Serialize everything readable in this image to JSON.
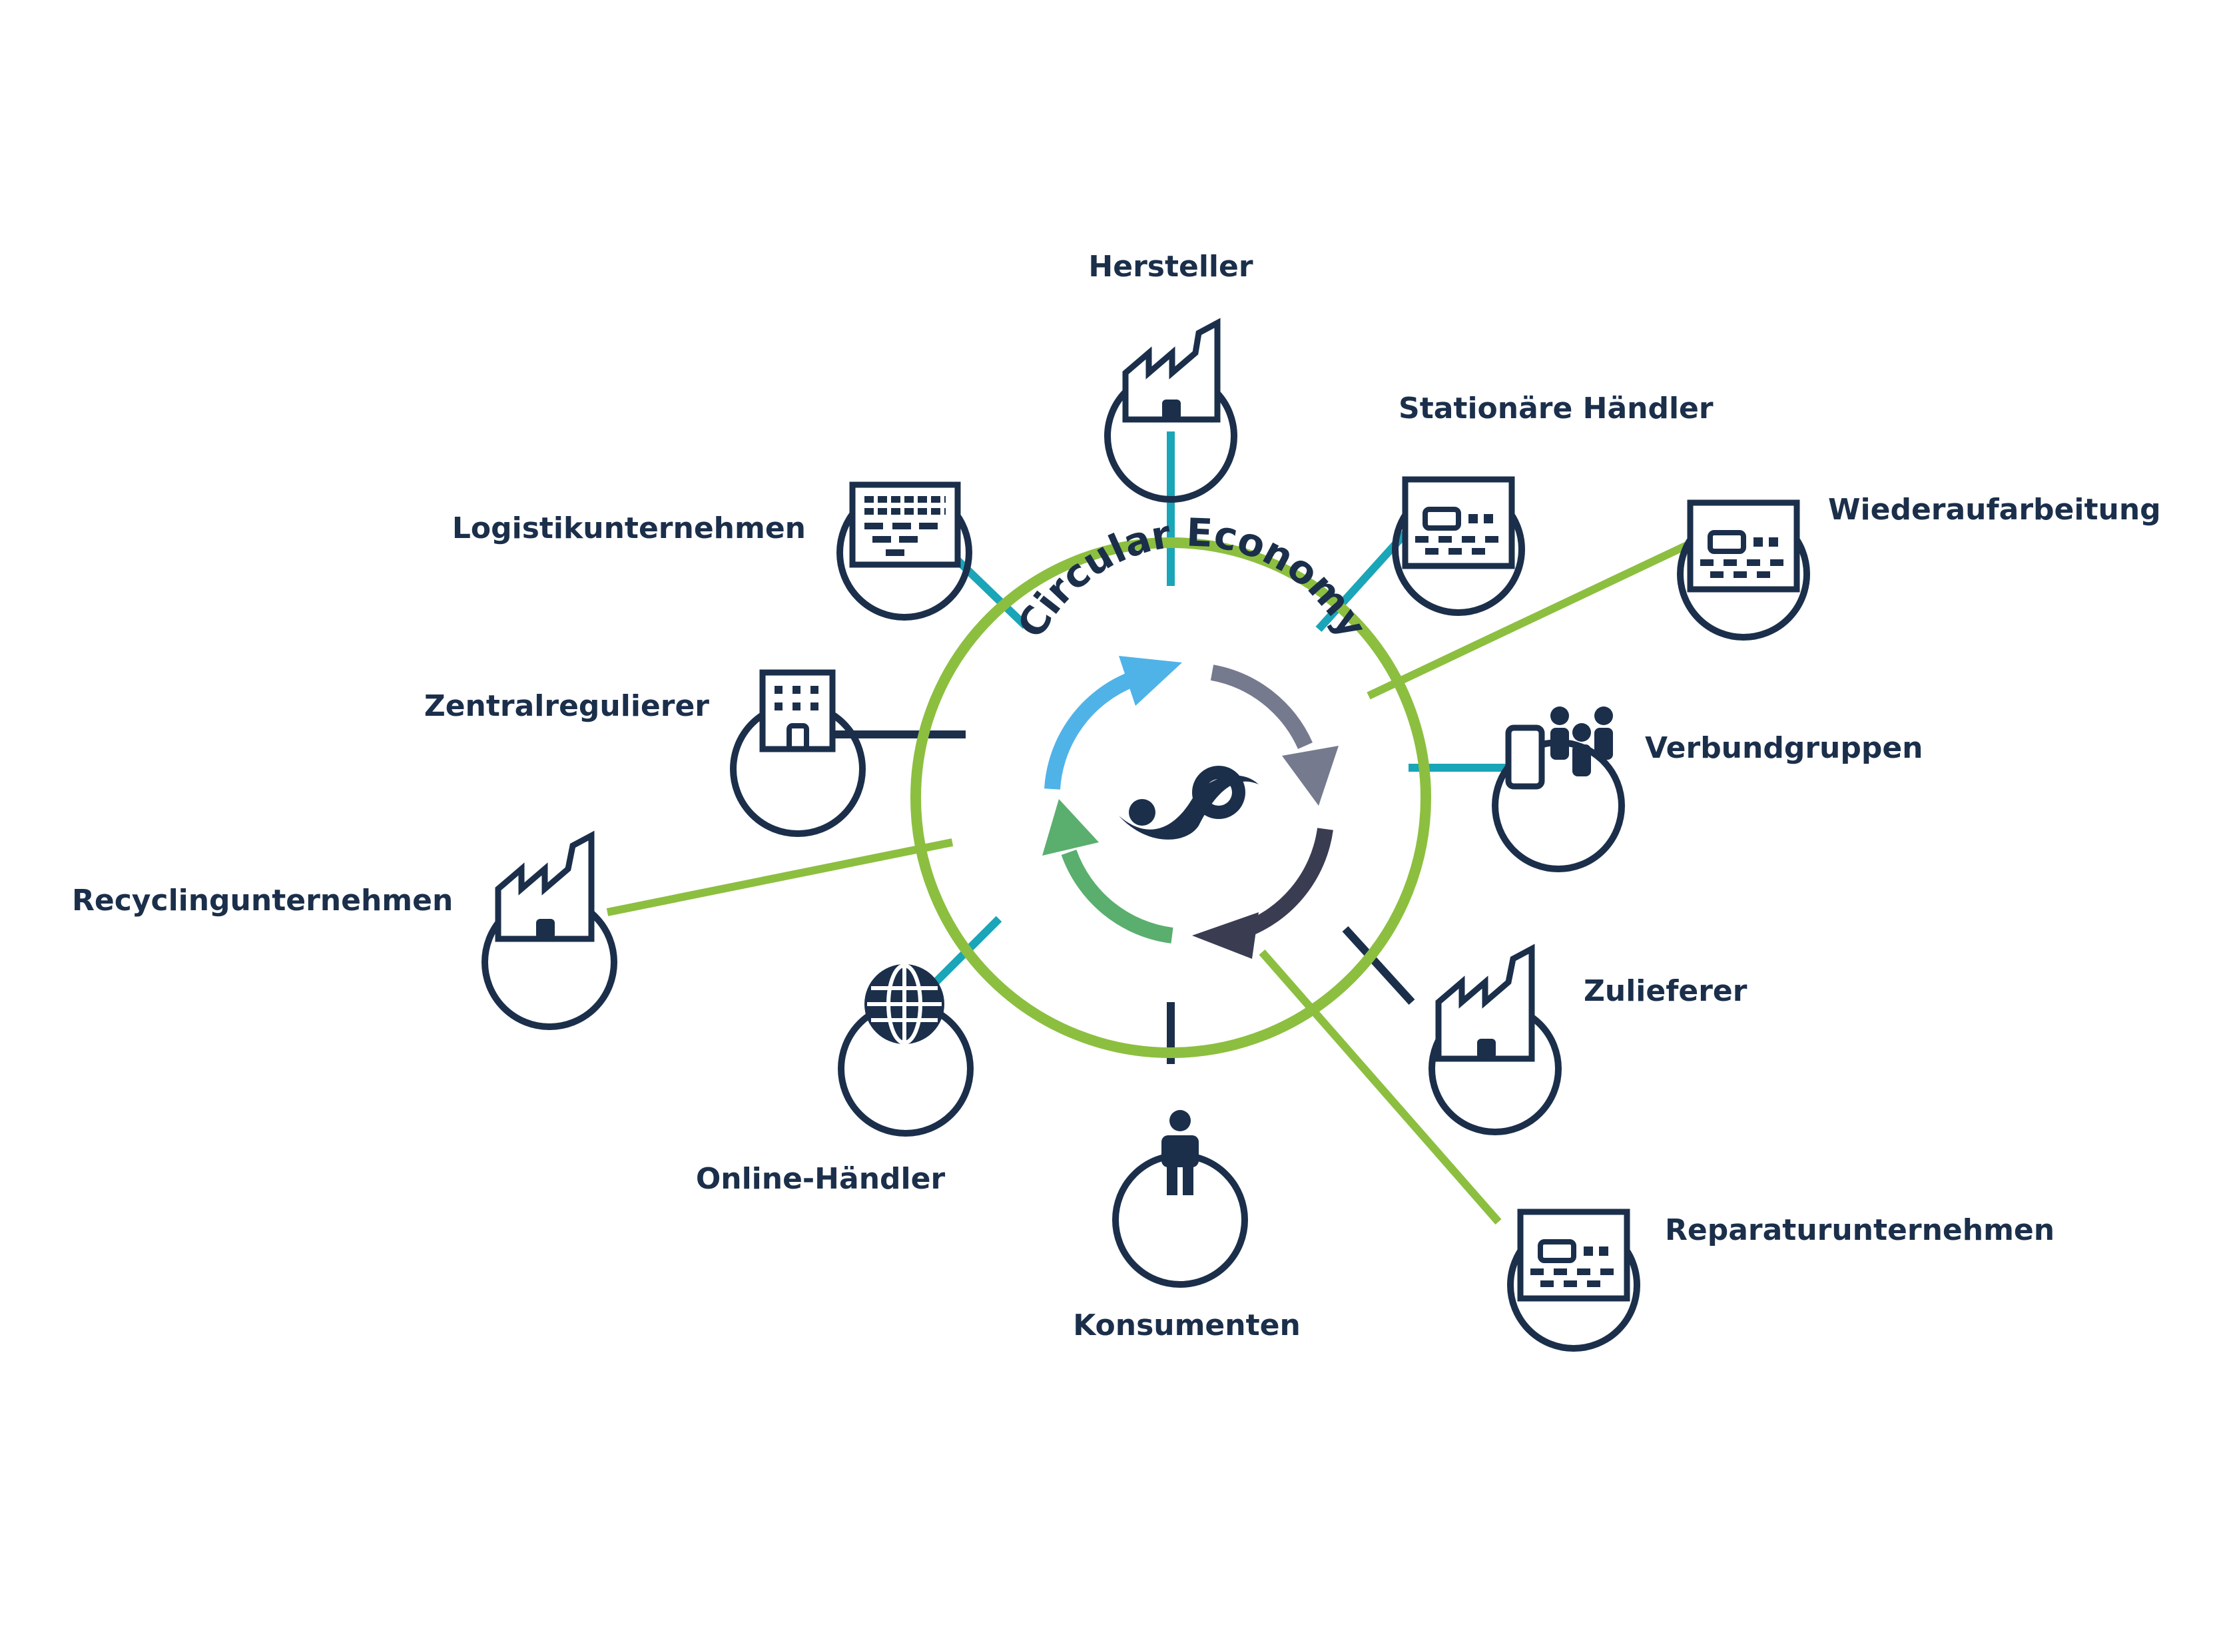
{
  "title": "Circular Economy",
  "colors": {
    "navy": "#1b2f4b",
    "ring_green": "#8cbf3f",
    "teal": "#1aa5b8",
    "arrow_blue": "#4fb3e8",
    "arrow_grey": "#767a8e",
    "arrow_dark": "#3a3d52",
    "arrow_green": "#5aaf6e"
  },
  "nodes": [
    {
      "id": "hersteller",
      "label": "Hersteller",
      "icon": "factory-icon"
    },
    {
      "id": "stationaere",
      "label": "Stationäre Händler",
      "icon": "storefront-icon"
    },
    {
      "id": "wiederaufarbeitung",
      "label": "Wiederaufarbeitung",
      "icon": "storefront-icon"
    },
    {
      "id": "verbundgruppen",
      "label": "Verbundgruppen",
      "icon": "group-phone-icon"
    },
    {
      "id": "zulieferer",
      "label": "Zulieferer",
      "icon": "factory-icon"
    },
    {
      "id": "reparatur",
      "label": "Reparaturunternehmen",
      "icon": "storefront-icon"
    },
    {
      "id": "konsumenten",
      "label": "Konsumenten",
      "icon": "person-icon"
    },
    {
      "id": "online",
      "label": "Online-Händler",
      "icon": "globe-icon"
    },
    {
      "id": "recycling",
      "label": "Recyclingunternehmen",
      "icon": "factory-icon"
    },
    {
      "id": "zentralregulierer",
      "label": "Zentralregulierer",
      "icon": "office-building-icon"
    },
    {
      "id": "logistik",
      "label": "Logistikunternehmen",
      "icon": "warehouse-icon"
    }
  ]
}
